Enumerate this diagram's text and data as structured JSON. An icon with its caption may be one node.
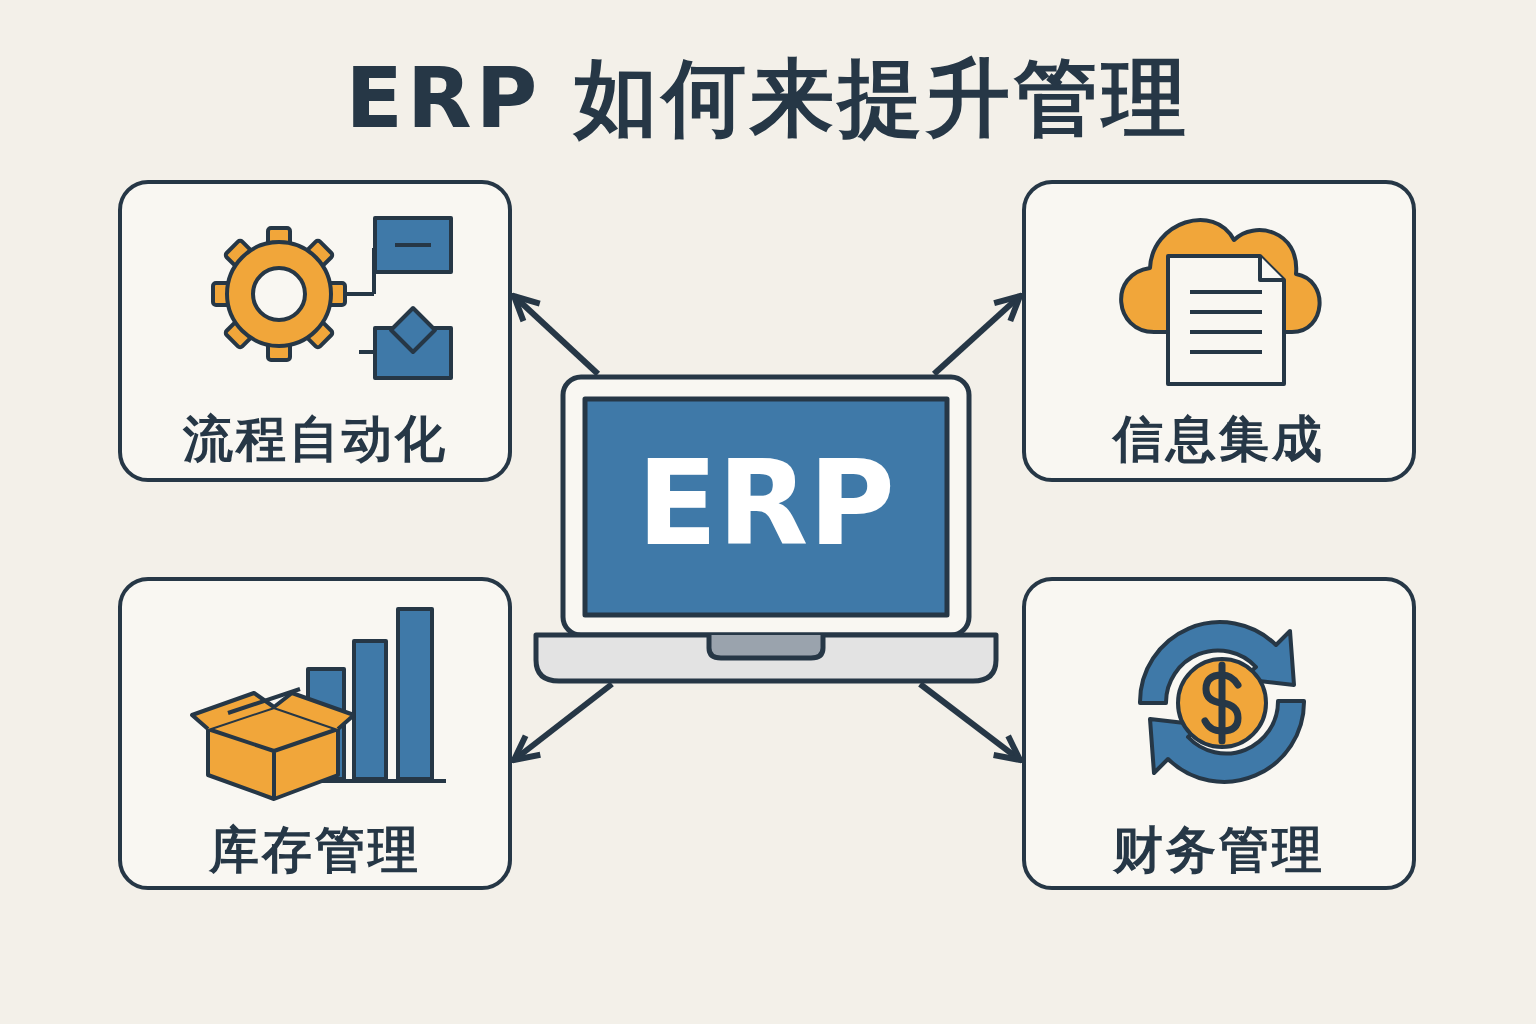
{
  "diagram": {
    "title": "ERP 如何来提升管理",
    "nodes": [
      {
        "text": [
          "ERP"
        ]
      },
      {
        "text": [
          "流程自动化"
        ]
      },
      {
        "text": [
          "信息集成"
        ]
      },
      {
        "text": [
          "库存管理"
        ]
      },
      {
        "text": [
          "财务管理"
        ]
      }
    ],
    "edges": [
      {
        "from": 0,
        "to": 1,
        "arrow": "to"
      },
      {
        "from": 0,
        "to": 2,
        "arrow": "to"
      },
      {
        "from": 0,
        "to": 3,
        "arrow": "to"
      },
      {
        "from": 0,
        "to": 4,
        "arrow": "to"
      }
    ]
  }
}
